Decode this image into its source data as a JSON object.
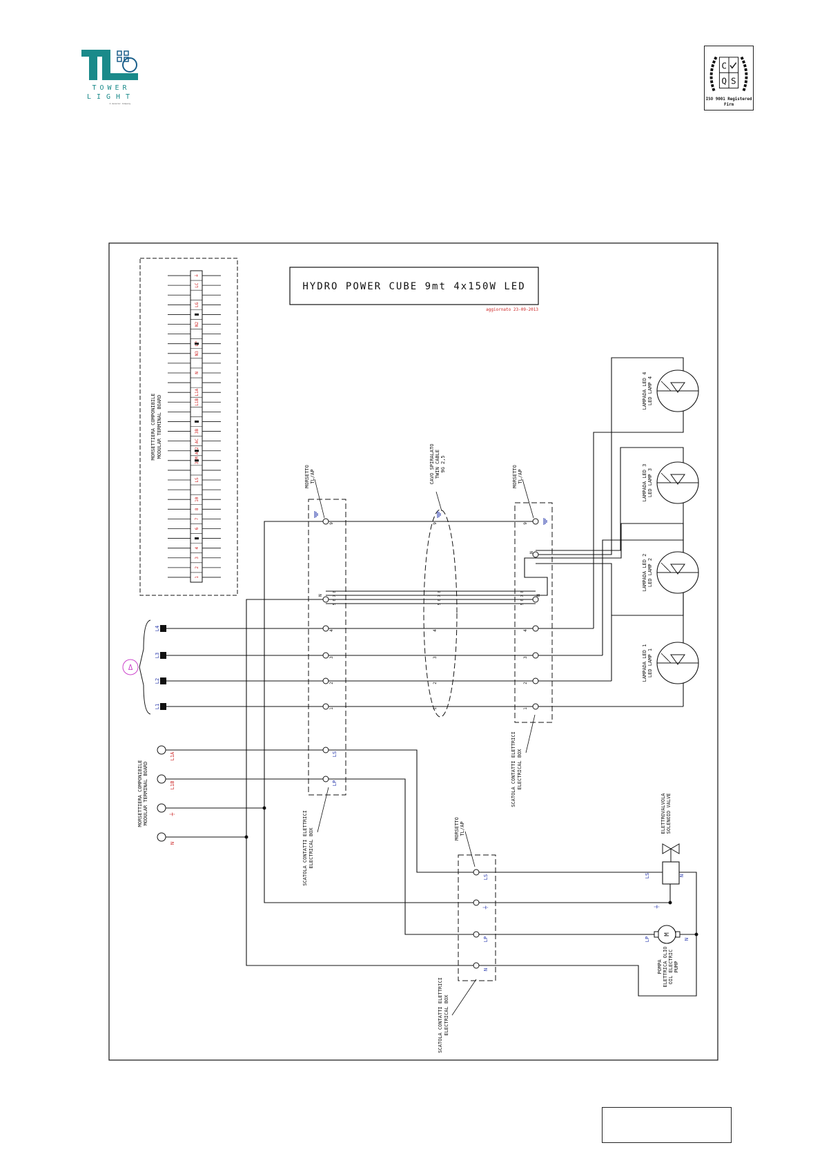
{
  "header": {
    "logo_line1": "TOWER",
    "logo_line2": "LIGHT",
    "logo_tagline": "A Generac Company",
    "cert_letters": [
      "C",
      "Q",
      "S"
    ],
    "cert_line1": "ISO 9001 Registered",
    "cert_line2": "Firm"
  },
  "diagram": {
    "title": "HYDRO POWER CUBE 9mt 4x150W LED",
    "revision": "aggiornato 23-09-2013",
    "terminal_board_top": {
      "label_it": "MORSETTIERA COMPONIBILE",
      "label_en": "MODULAR TERMINAL BOARD",
      "cells": [
        "⏚",
        "LC",
        "",
        "LG",
        "",
        "N2",
        "",
        "LP",
        "N3",
        "",
        "N",
        "",
        "L1A",
        "L1B",
        "",
        "",
        "3B",
        "AC",
        "AC2",
        "3CM",
        "",
        "LS",
        "",
        "10",
        "8",
        "7",
        "6",
        "5",
        "4",
        "3",
        "2",
        "1"
      ]
    },
    "box_left": {
      "title_it": "MORSETTO",
      "title_en": "TL/AP",
      "caption_it": "SCATOLA CONTATTI ELETTRICI",
      "caption_en": "ELECTRICAL BOX"
    },
    "box_right": {
      "title_it": "MORSETTO",
      "title_en": "TL/AP",
      "caption_it": "SCATOLA CONTATTI ELETTRICI",
      "caption_en": "ELECTRICAL BOX"
    },
    "box_bottom": {
      "title_it": "MORSETTO",
      "title_en": "TL/AP",
      "caption_it": "SCATOLA CONTATTI ELETTRICI",
      "caption_en": "ELECTRICAL BOX"
    },
    "cable": {
      "label_it": "CAVO SPIRALATO",
      "label_en": "TWIN CABLE",
      "spec": "9G 2,5"
    },
    "lamps": [
      {
        "it": "LAMPADA LED 4",
        "en": "LED LAMP 4"
      },
      {
        "it": "LAMPADA LED 3",
        "en": "LED LAMP 3"
      },
      {
        "it": "LAMPADA LED 2",
        "en": "LED LAMP 2"
      },
      {
        "it": "LAMPADA LED 1",
        "en": "LED LAMP 1"
      }
    ],
    "supply_labels": [
      "L4",
      "L3",
      "L2",
      "L1"
    ],
    "delta_symbol": "Δ",
    "terminal_board_bottom": {
      "label_it": "MORSETTIERA COMPONIBILE",
      "label_en": "MODULAR TERMINAL BOARD",
      "terminals": [
        "L1A",
        "L1B",
        "⏚",
        "N"
      ]
    },
    "terminal_numbers": [
      "9",
      "8",
      "7",
      "6",
      "5",
      "4",
      "3",
      "2",
      "1"
    ],
    "neutral": "N",
    "box_terminals_left": [
      "LS",
      "LP"
    ],
    "box_terminals_bottom": [
      "LS",
      "⏚",
      "LP",
      "N"
    ],
    "solenoid": {
      "it": "ELETTROVALVOLA",
      "en": "SOLENOID VALVE"
    },
    "pump": {
      "it": "POMPA",
      "it2": "ELETTRICA OLIO",
      "en": "OIL ELECTRIC",
      "en2": "PUMP",
      "symbol": "M"
    },
    "device_labels": [
      "LS",
      "N",
      "⏚",
      "LP",
      "N"
    ]
  },
  "colors": {
    "line": "#111111",
    "red_label": "#cc2222",
    "blue_label": "#2233aa",
    "logo_teal": "#1a8a8a",
    "delta": "#cc44cc"
  }
}
